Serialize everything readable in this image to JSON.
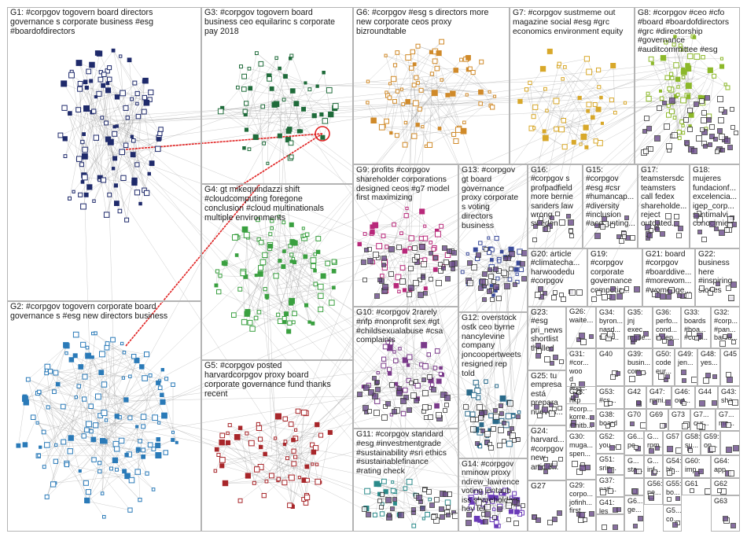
{
  "groups": [
    {
      "id": "G1",
      "label": "G1: #corpgov togovern board directors\ngovernance s corporate business #esg\n#boardofdirectors",
      "color": "#1f2a6b",
      "density": 110
    },
    {
      "id": "G2",
      "label": "G2: #corpgov togovern corporate board\ngovernance s #esg new directors business",
      "color": "#2a7ab8",
      "density": 140
    },
    {
      "id": "G3",
      "label": "G3: #corpgov togovern board\nbusiness ceo equilarinc s corporate\npay 2018",
      "color": "#1f6b3a",
      "density": 55
    },
    {
      "id": "G4",
      "label": "G4: gt mikequindazzi shift\n#cloudcomputing foregone\nconclusion #cloud multinationals\nmultiple environments",
      "color": "#3aa040",
      "density": 95
    },
    {
      "id": "G5",
      "label": "G5: #corpgov posted\nharvardcorpgov proxy board\ncorporate governance fund thanks\nrecent",
      "color": "#a8262a",
      "density": 70
    },
    {
      "id": "G6",
      "label": "G6: #corpgov #esg s directors more\nnew corporate ceos proxy\nbizroundtable",
      "color": "#d08a2a",
      "density": 75
    },
    {
      "id": "G7",
      "label": "G7: #corpgov sustmeme out\nmagazine social #esg #grc\neconomics environment equity",
      "color": "#d8a82a",
      "density": 45
    },
    {
      "id": "G8",
      "label": "G8: #corpgov #ceo #cfo\n#board #boardofdirectors\n#grc #directorship\n#governance\n#auditcommittee #esg",
      "color": "#8cb82a",
      "density": 60
    },
    {
      "id": "G9",
      "label": "G9: profits #corpgov\nshareholder corporations\ndesigned ceos #g7 model\nfirst maximizing",
      "color": "#b8287a",
      "density": 45
    },
    {
      "id": "G10",
      "label": "G10: #corpgov 2rarely\n#nfp #nonprofit sex #gt\n#childsexualabuse #csa\ncomplaints",
      "color": "#7a3a8a",
      "density": 45
    },
    {
      "id": "G11",
      "label": "G11: #corpgov standard\n#esg #investmentgrade\n#sustainability #sri ethics\n#sustainablefinance\n#rating check",
      "color": "#2a8a8a",
      "density": 25
    },
    {
      "id": "G12",
      "label": "G12: overstock\nostk ceo byrne\nnancylevine\ncompany\njoncoopertweets\nresigned rep\ntold",
      "color": "#2a6a8a",
      "density": 30
    },
    {
      "id": "G13",
      "label": "G13: #corpgov\ngt board\ngovernance\nproxy corporate\ns voting\ndirectors\nbusiness",
      "color": "#3a4a9a",
      "density": 35
    },
    {
      "id": "G14",
      "label": "G14: #corpgov\nnminow proxy\nndrew_lawrence\nvoting jentaub\niss shareholders\nhey tell",
      "color": "#6a3ab8",
      "density": 40
    },
    {
      "id": "G15",
      "label": "G15:\n#corpgov\n#esg #csr\n#humancap...\n#diversity\n#inclusion\n#accounting...",
      "color": "#9a2a6a",
      "density": 12
    },
    {
      "id": "G16",
      "label": "G16:\n#corpgov s\nprofpadfield\nmore bernie\nsanders law\nwrong\nsweden",
      "color": "#6a2a9a",
      "density": 12
    },
    {
      "id": "G17",
      "label": "G17:\nteamstersdc\nteamsters\ncall fedex\nshareholde...\nreject\noutdated...",
      "color": "#8a2a8a",
      "density": 10
    },
    {
      "id": "G18",
      "label": "G18:\nmujeres\nfundacionf...\nexcelencia...\nigep_corp...\nsantimalvi...\nconocimie...",
      "color": "#7a2a7a",
      "density": 10
    },
    {
      "id": "G19",
      "label": "G19:\n#corpgov\ncorporate\ngovernance\ncompetia...",
      "color": "#5a3a9a",
      "density": 8
    },
    {
      "id": "G20",
      "label": "G20: article\n#climatecha...\nharwoodedu\n#corpgov",
      "color": "#4a7a3a",
      "density": 8
    },
    {
      "id": "G21",
      "label": "G21: board\n#corpgov\n#boarddive...\n#morewom...\n#womenge...",
      "color": "#9a2a5a",
      "density": 7
    },
    {
      "id": "G22",
      "label": "G22:\nbusiness\nhere\n#inspiring\nstories",
      "color": "#7a2a7a",
      "density": 7
    },
    {
      "id": "G23",
      "label": "G23:\n#esg\npri_news\nshortlist\nthrilled",
      "color": "#3a3a8a",
      "density": 6
    },
    {
      "id": "G24",
      "label": "G24:\nharvard...\n#corpgov\nnew\narticle...",
      "color": "#2a5a9a",
      "density": 6
    },
    {
      "id": "G25",
      "label": "G25: tu\nempresa\nestá\nprepara\nnuevos...",
      "color": "#5a2a8a",
      "density": 6
    },
    {
      "id": "G26",
      "label": "G26:\nwaite...",
      "color": "#6a3a2a",
      "density": 5
    },
    {
      "id": "G27",
      "label": "G27",
      "color": "#4a4a8a",
      "density": 5
    },
    {
      "id": "G28",
      "label": "G28:\nhkp\n#corp...\nkorre...\n#mitb...",
      "color": "#3a6a3a",
      "density": 5
    },
    {
      "id": "G29",
      "label": "G29:\ncorpo...\njofinh...\nfirst...",
      "color": "#5a5a2a",
      "density": 5
    },
    {
      "id": "G30",
      "label": "G30:\nmuga...\nspen...",
      "color": "#2a6a6a",
      "density": 5
    },
    {
      "id": "G31",
      "label": "G31:\n#cor...\nwoo\nd\n#bu...",
      "color": "#6a2a4a",
      "density": 5
    },
    {
      "id": "G32",
      "label": "G32:\n#corp...\n#pan...\nbarsa...",
      "color": "#5a2a5a",
      "density": 4
    },
    {
      "id": "G33",
      "label": "G33:\nboards\n#boa...\n#corp...",
      "color": "#4a2a6a",
      "density": 4
    },
    {
      "id": "G34",
      "label": "G34:\nbyron...\nnasd...\ntune...",
      "color": "#3a2a5a",
      "density": 4
    },
    {
      "id": "G35",
      "label": "G35:\njnj\nexec...\nmade...",
      "color": "#2a3a6a",
      "density": 4
    },
    {
      "id": "G36",
      "label": "G36:\nperfo...\ncond...\nindep...",
      "color": "#3a5a5a",
      "density": 4
    },
    {
      "id": "G37",
      "label": "G37:\nnati...\ns\nceos...",
      "color": "#5a4a2a",
      "density": 4
    },
    {
      "id": "G38",
      "label": "G38:\nboard",
      "color": "#4a4a4a",
      "density": 4
    },
    {
      "id": "G39",
      "label": "G39:\nbusin...\ncom...",
      "color": "#2a4a5a",
      "density": 3
    },
    {
      "id": "G40",
      "label": "G40",
      "color": "#3a3a5a",
      "density": 3
    },
    {
      "id": "G41",
      "label": "G41:\nles\ndec...",
      "color": "#5a3a3a",
      "density": 3
    },
    {
      "id": "G42",
      "label": "G42",
      "color": "#4a3a5a",
      "density": 3
    },
    {
      "id": "G43",
      "label": "G43:\nsha...",
      "color": "#3a4a3a",
      "density": 3
    },
    {
      "id": "G44",
      "label": "G44",
      "color": "#2a3a4a",
      "density": 3
    },
    {
      "id": "G45",
      "label": "G45",
      "color": "#5a2a3a",
      "density": 3
    },
    {
      "id": "G46",
      "label": "G46:\nout...",
      "color": "#3a2a4a",
      "density": 3
    },
    {
      "id": "G47",
      "label": "G47:\nrpmi...",
      "color": "#4a5a3a",
      "density": 3
    },
    {
      "id": "G48",
      "label": "G48:\nyes...",
      "color": "#2a5a4a",
      "density": 3
    },
    {
      "id": "G49",
      "label": "G49:\njen...",
      "color": "#5a5a4a",
      "density": 3
    },
    {
      "id": "G50",
      "label": "G50:\ncode\neur...",
      "color": "#3a3a3a",
      "density": 3
    },
    {
      "id": "G51",
      "label": "G51:\nsrin...",
      "color": "#4a2a2a",
      "density": 3
    },
    {
      "id": "G52",
      "label": "G52:\nyou...",
      "color": "#2a2a5a",
      "density": 3
    },
    {
      "id": "G53",
      "label": "G53:\n#cs...",
      "color": "#5a3a5a",
      "density": 3
    },
    {
      "id": "G54",
      "label": "G54:\nhk...",
      "color": "#3a5a2a",
      "density": 3
    },
    {
      "id": "G55",
      "label": "G55:\nbo...",
      "color": "#2a4a3a",
      "density": 3
    },
    {
      "id": "G56",
      "label": "G56:\nne...",
      "color": "#4a3a2a",
      "density": 3
    },
    {
      "id": "G57",
      "label": "G57",
      "color": "#3a4a5a",
      "density": 3
    },
    {
      "id": "G58",
      "label": "G58:\nsu...",
      "color": "#5a4a3a",
      "density": 3
    },
    {
      "id": "G59",
      "label": "G59:\non...",
      "color": "#2a3a3a",
      "density": 3
    },
    {
      "id": "G60",
      "label": "G60:\nimp...",
      "color": "#4a4a2a",
      "density": 3
    },
    {
      "id": "G61",
      "label": "G61",
      "color": "#3a2a3a",
      "density": 3
    },
    {
      "id": "G62",
      "label": "G62",
      "color": "#2a2a3a",
      "density": 3
    },
    {
      "id": "G63",
      "label": "G63",
      "color": "#4a2a4a",
      "density": 3
    },
    {
      "id": "G64",
      "label": "G64:\napp...",
      "color": "#3a3a4a",
      "density": 3
    },
    {
      "id": "G65",
      "label": "G5...\nco...",
      "color": "#5a2a2a",
      "density": 3
    },
    {
      "id": "G66",
      "label": "G6...\nge...",
      "color": "#2a5a5a",
      "density": 3
    },
    {
      "id": "G67",
      "label": "G...\nsta...",
      "color": "#4a5a4a",
      "density": 3
    },
    {
      "id": "G68",
      "label": "G6...\npe...",
      "color": "#5a5a5a",
      "density": 3
    },
    {
      "id": "G69",
      "label": "G69",
      "color": "#3a5a4a",
      "density": 3
    },
    {
      "id": "G70",
      "label": "G70",
      "color": "#2a4a4a",
      "density": 3
    },
    {
      "id": "G71",
      "label": "G7...\ncur...",
      "color": "#4a3a4a",
      "density": 3
    },
    {
      "id": "G72",
      "label": "G7...\nmo...",
      "color": "#3a4a4a",
      "density": 3
    },
    {
      "id": "G73",
      "label": "G73",
      "color": "#5a3a4a",
      "density": 3
    },
    {
      "id": "G74",
      "label": "G...\nsta...",
      "color": "#2a3a5a",
      "density": 3
    },
    {
      "id": "G75",
      "label": "G...\ninf...",
      "color": "#4a4a3a",
      "density": 3
    },
    {
      "id": "G76",
      "label": "G...\nrpm...",
      "color": "#3a3a2a",
      "density": 3
    }
  ],
  "style": {
    "edge_color": "#8c8c8c",
    "highlight_edge_color": "#e02020",
    "node_outline_color": "#3a3a3a"
  }
}
